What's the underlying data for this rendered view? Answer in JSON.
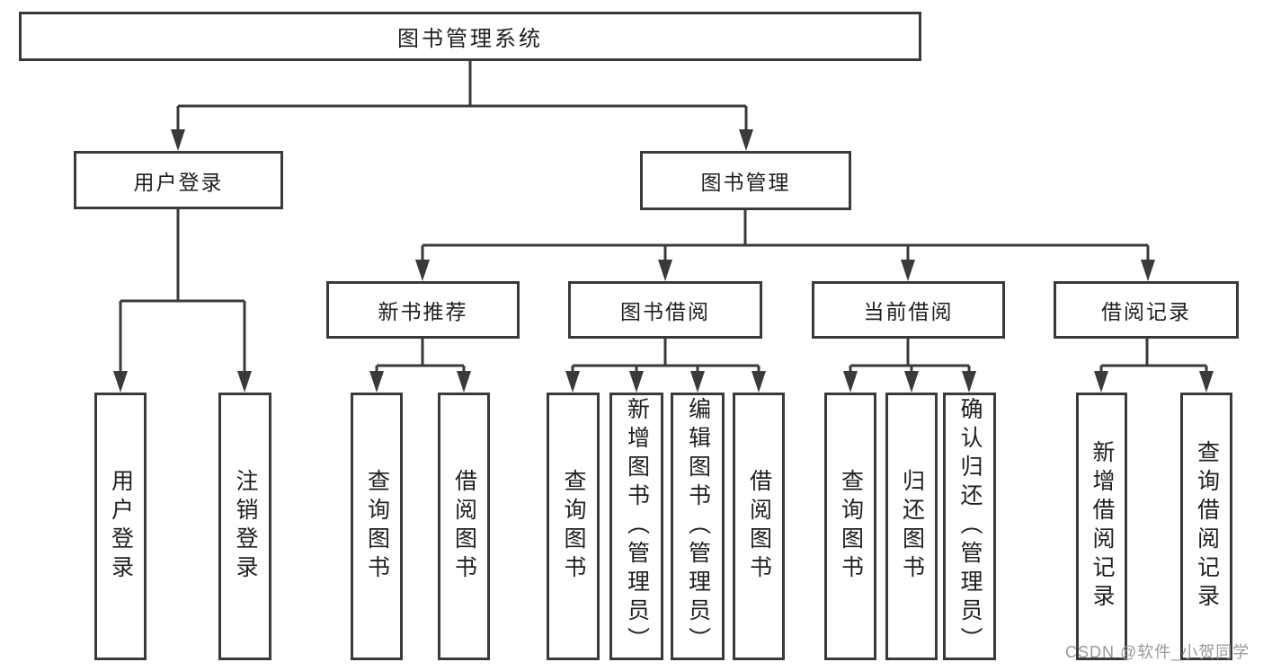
{
  "diagram": {
    "type": "hierarchy-flowchart",
    "root": {
      "label": "图书管理系统",
      "children": [
        {
          "label": "用户登录",
          "children": [
            {
              "label": "用户登录"
            },
            {
              "label": "注销登录"
            }
          ]
        },
        {
          "label": "图书管理",
          "children": [
            {
              "label": "新书推荐",
              "children": [
                {
                  "label": "查询图书"
                },
                {
                  "label": "借阅图书"
                }
              ]
            },
            {
              "label": "图书借阅",
              "children": [
                {
                  "label": "查询图书"
                },
                {
                  "label": "新增图书（管理员）"
                },
                {
                  "label": "编辑图书（管理员）"
                },
                {
                  "label": "借阅图书"
                }
              ]
            },
            {
              "label": "当前借阅",
              "children": [
                {
                  "label": "查询图书"
                },
                {
                  "label": "归还图书"
                },
                {
                  "label": "确认归还（管理员）"
                }
              ]
            },
            {
              "label": "借阅记录",
              "children": [
                {
                  "label": "新增借阅记录"
                },
                {
                  "label": "查询借阅记录"
                }
              ]
            }
          ]
        }
      ]
    },
    "watermark": "CSDN @软件_小贺同学",
    "colors": {
      "line": "#3a3a3a",
      "box_border": "#3a3a3a",
      "text": "#1f1f1f",
      "watermark": "#999999",
      "background": "#ffffff"
    }
  }
}
